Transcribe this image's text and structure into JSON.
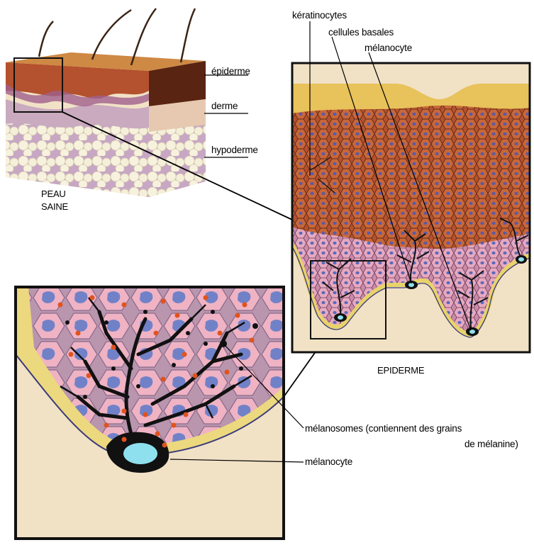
{
  "labels": {
    "keratinocytes": "kératinocytes",
    "basal_cells": "cellules basales",
    "melanocyte_top": "mélanocyte",
    "epidermis_layer": "épiderme",
    "dermis_layer": "derme",
    "hypodermis_layer": "hypoderme",
    "healthy_skin_line1": "PEAU",
    "healthy_skin_line2": "SAINE",
    "epidermis_caption": "EPIDERME",
    "melanosomes_line1": "mélanosomes (contiennent des grains",
    "melanosomes_line2": "de mélanine)",
    "melanocyte_bottom": "mélanocyte"
  },
  "colors": {
    "epidermis_brown": "#b4512e",
    "stratum_corneum": "#e8c25a",
    "dermis_beige": "#f1e2c6",
    "keratinocyte_pink": "#efb3c4",
    "nucleus_blue": "#5a78c8",
    "melanocyte_black": "#111111",
    "melanosome_orange": "#e0531e",
    "cell_nucleus_cyan": "#8fe0ee",
    "hypodermis_fat": "#f4efd8",
    "dermis_purple": "#a77bb8"
  }
}
